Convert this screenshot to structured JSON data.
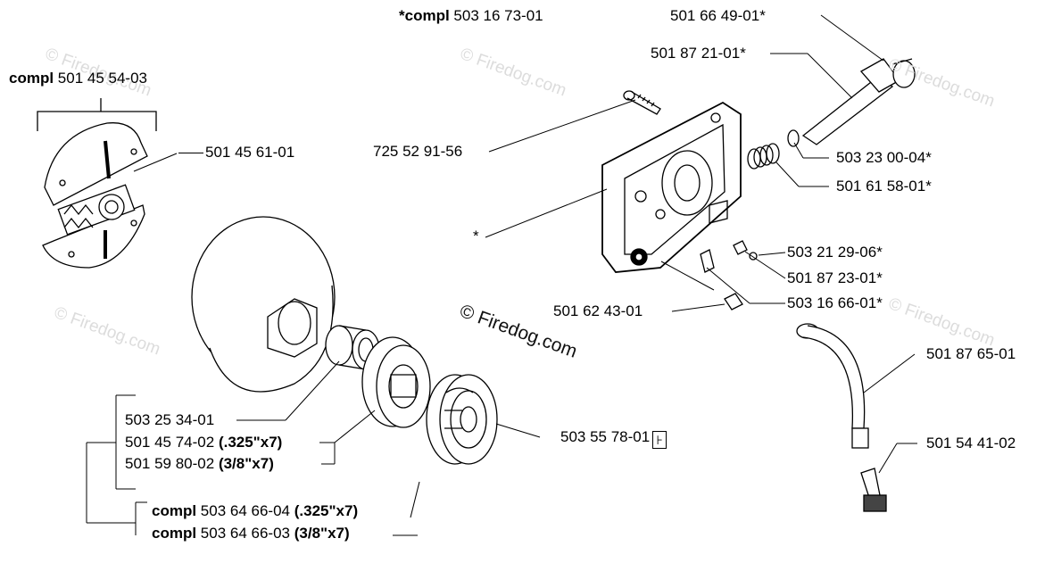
{
  "labels": {
    "compl_prefix": "compl",
    "star_compl_prefix": "*compl",
    "clutch_compl_num": "501 45 54-03",
    "clutch_part": "501 45 61-01",
    "pump_compl_num": "503 16 73-01",
    "pin": "501 66 49-01*",
    "shaft": "501 87 21-01*",
    "screw": "725 52 91-56",
    "washer": "503 23 00-04*",
    "spring": "501 61 58-01*",
    "star": "*",
    "adj_screw": "503 21 29-06*",
    "clip": "501 87 23-01*",
    "valve": "503 16 66-01*",
    "nut": "501 62 43-01",
    "hose": "501 87 65-01",
    "filter": "501 54 41-02",
    "bearing": "503 25 34-01",
    "sprocket_a_num": "501 45 74-02",
    "sprocket_a_size": "(.325\"x7)",
    "sprocket_b_num": "501 59 80-02",
    "sprocket_b_size": "(3/8\"x7)",
    "rim": "503 55 78-01",
    "drum_a_num": "503 64 66-04",
    "drum_a_size": "(.325\"x7)",
    "drum_b_num": "503 64 66-03",
    "drum_b_size": "(3/8\"x7)"
  },
  "watermark": {
    "text": "© Firedog.com",
    "main_text": "© Firedog.com"
  },
  "icons": {
    "tool_icon": "screwdriver-icon"
  },
  "colors": {
    "ink": "#000000",
    "watermark": "#dcdcdc"
  }
}
